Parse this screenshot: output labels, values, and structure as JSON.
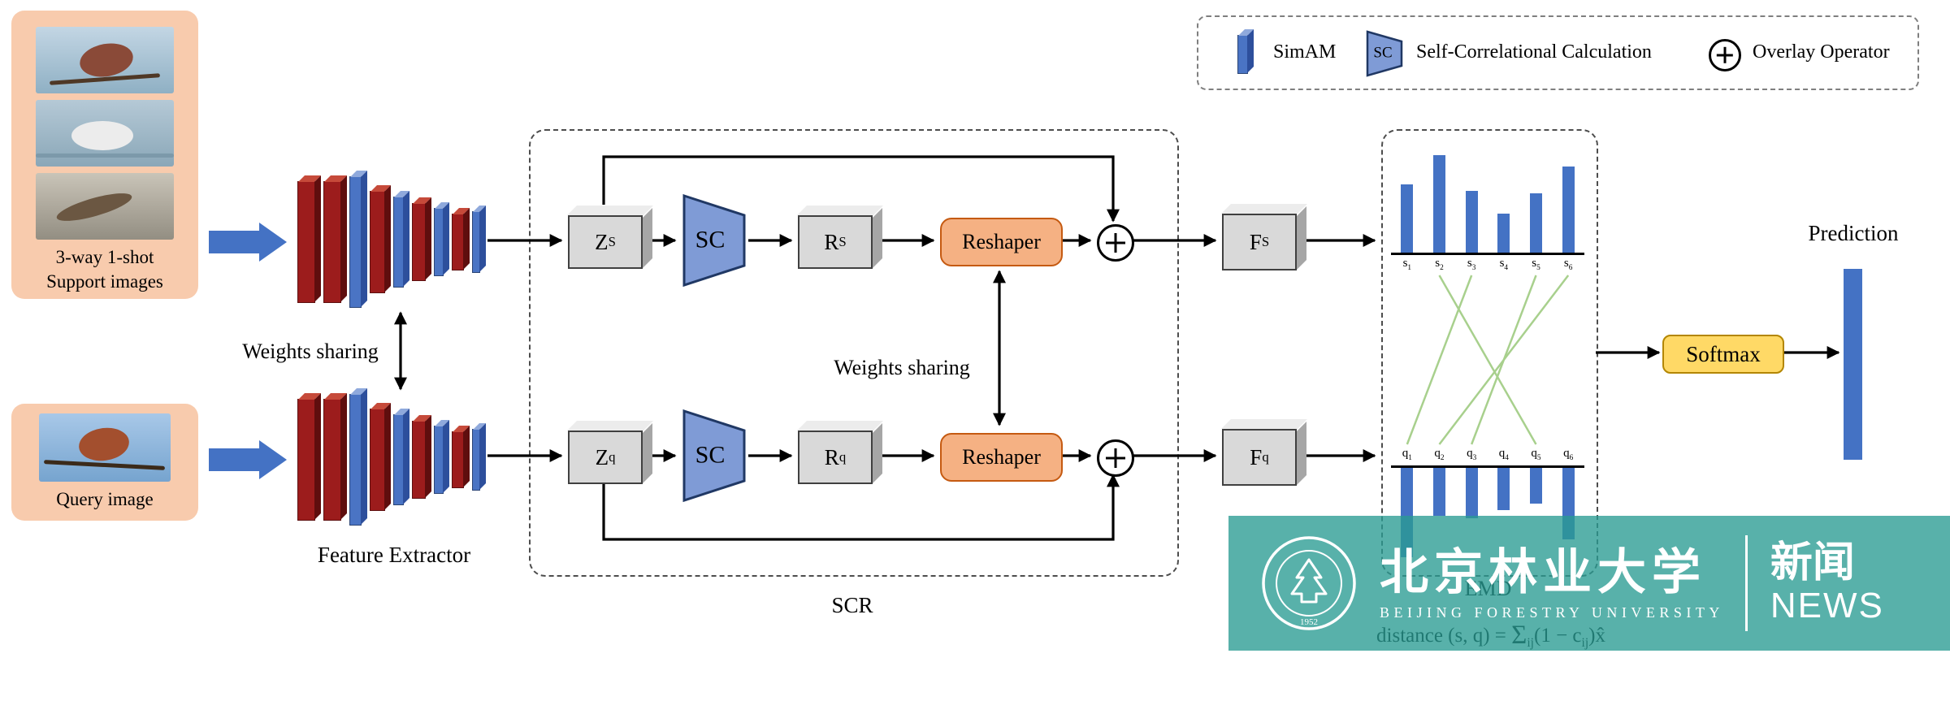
{
  "colors": {
    "accent_blue": "#4472C4",
    "slab_red": "#9C1C1C",
    "panel_peach": "#F8CBAD",
    "reshaper_orange": "#F5B183",
    "softmax_yellow": "#FFD966",
    "sc_blue": "#7F9BD6",
    "box_gray": "#D9D9D9",
    "match_green": "#A8D08D",
    "watermark_teal": "#299B92"
  },
  "support_panel": {
    "caption_line1": "3-way 1-shot",
    "caption_line2": "Support images"
  },
  "query_panel": {
    "caption": "Query image"
  },
  "labels": {
    "weights_sharing_left": "Weights sharing",
    "weights_sharing_mid": "Weights sharing",
    "feature_extractor": "Feature Extractor",
    "scr": "SCR",
    "emd": "EMD",
    "softmax": "Softmax",
    "prediction": "Prediction"
  },
  "scr": {
    "z_s": {
      "main": "Z",
      "sub": "S"
    },
    "sc_top": "SC",
    "r_s": {
      "main": "R",
      "sub": "S"
    },
    "reshaper_top": "Reshaper",
    "f_s": {
      "main": "F",
      "sub": "S"
    },
    "z_q": {
      "main": "Z",
      "sub": "q"
    },
    "sc_bottom": "SC",
    "r_q": {
      "main": "R",
      "sub": "q"
    },
    "reshaper_bottom": "Reshaper",
    "f_q": {
      "main": "F",
      "sub": "q"
    }
  },
  "legend": {
    "simam_label": "SimAM",
    "sc_icon_label": "SC",
    "sc_label": "Self-Correlational Calculation",
    "overlay_label": "Overlay Operator"
  },
  "formula": {
    "name": "distance (s, q) = ",
    "sum": "Σ",
    "sum_sub": "ij",
    "open": "(1 − c",
    "c_sub": "ij",
    "close": ")",
    "x": "x̂"
  },
  "chart_data": {
    "type": "bar",
    "description": "EMD matching between support and query local feature weights",
    "support": {
      "categories": [
        "s1",
        "s2",
        "s3",
        "s4",
        "s5",
        "s6"
      ],
      "values": [
        0.7,
        1.0,
        0.63,
        0.4,
        0.61,
        0.88
      ]
    },
    "query": {
      "categories": [
        "q1",
        "q2",
        "q3",
        "q4",
        "q5",
        "q6"
      ],
      "values": [
        0.92,
        0.49,
        0.52,
        0.43,
        0.37,
        0.73
      ]
    },
    "matches": [
      [
        "s2",
        "q5"
      ],
      [
        "s3",
        "q1"
      ],
      [
        "s5",
        "q3"
      ],
      [
        "s6",
        "q2"
      ]
    ],
    "bar_color": "#4472C4",
    "match_color": "#A8D08D",
    "legend_position": "none",
    "grid": false
  },
  "watermark": {
    "cn_name": "北京林业大学",
    "en_name": "BEIJING FORESTRY UNIVERSITY",
    "news_cn": "新闻",
    "news_en": "NEWS",
    "logo_year": "1952"
  }
}
